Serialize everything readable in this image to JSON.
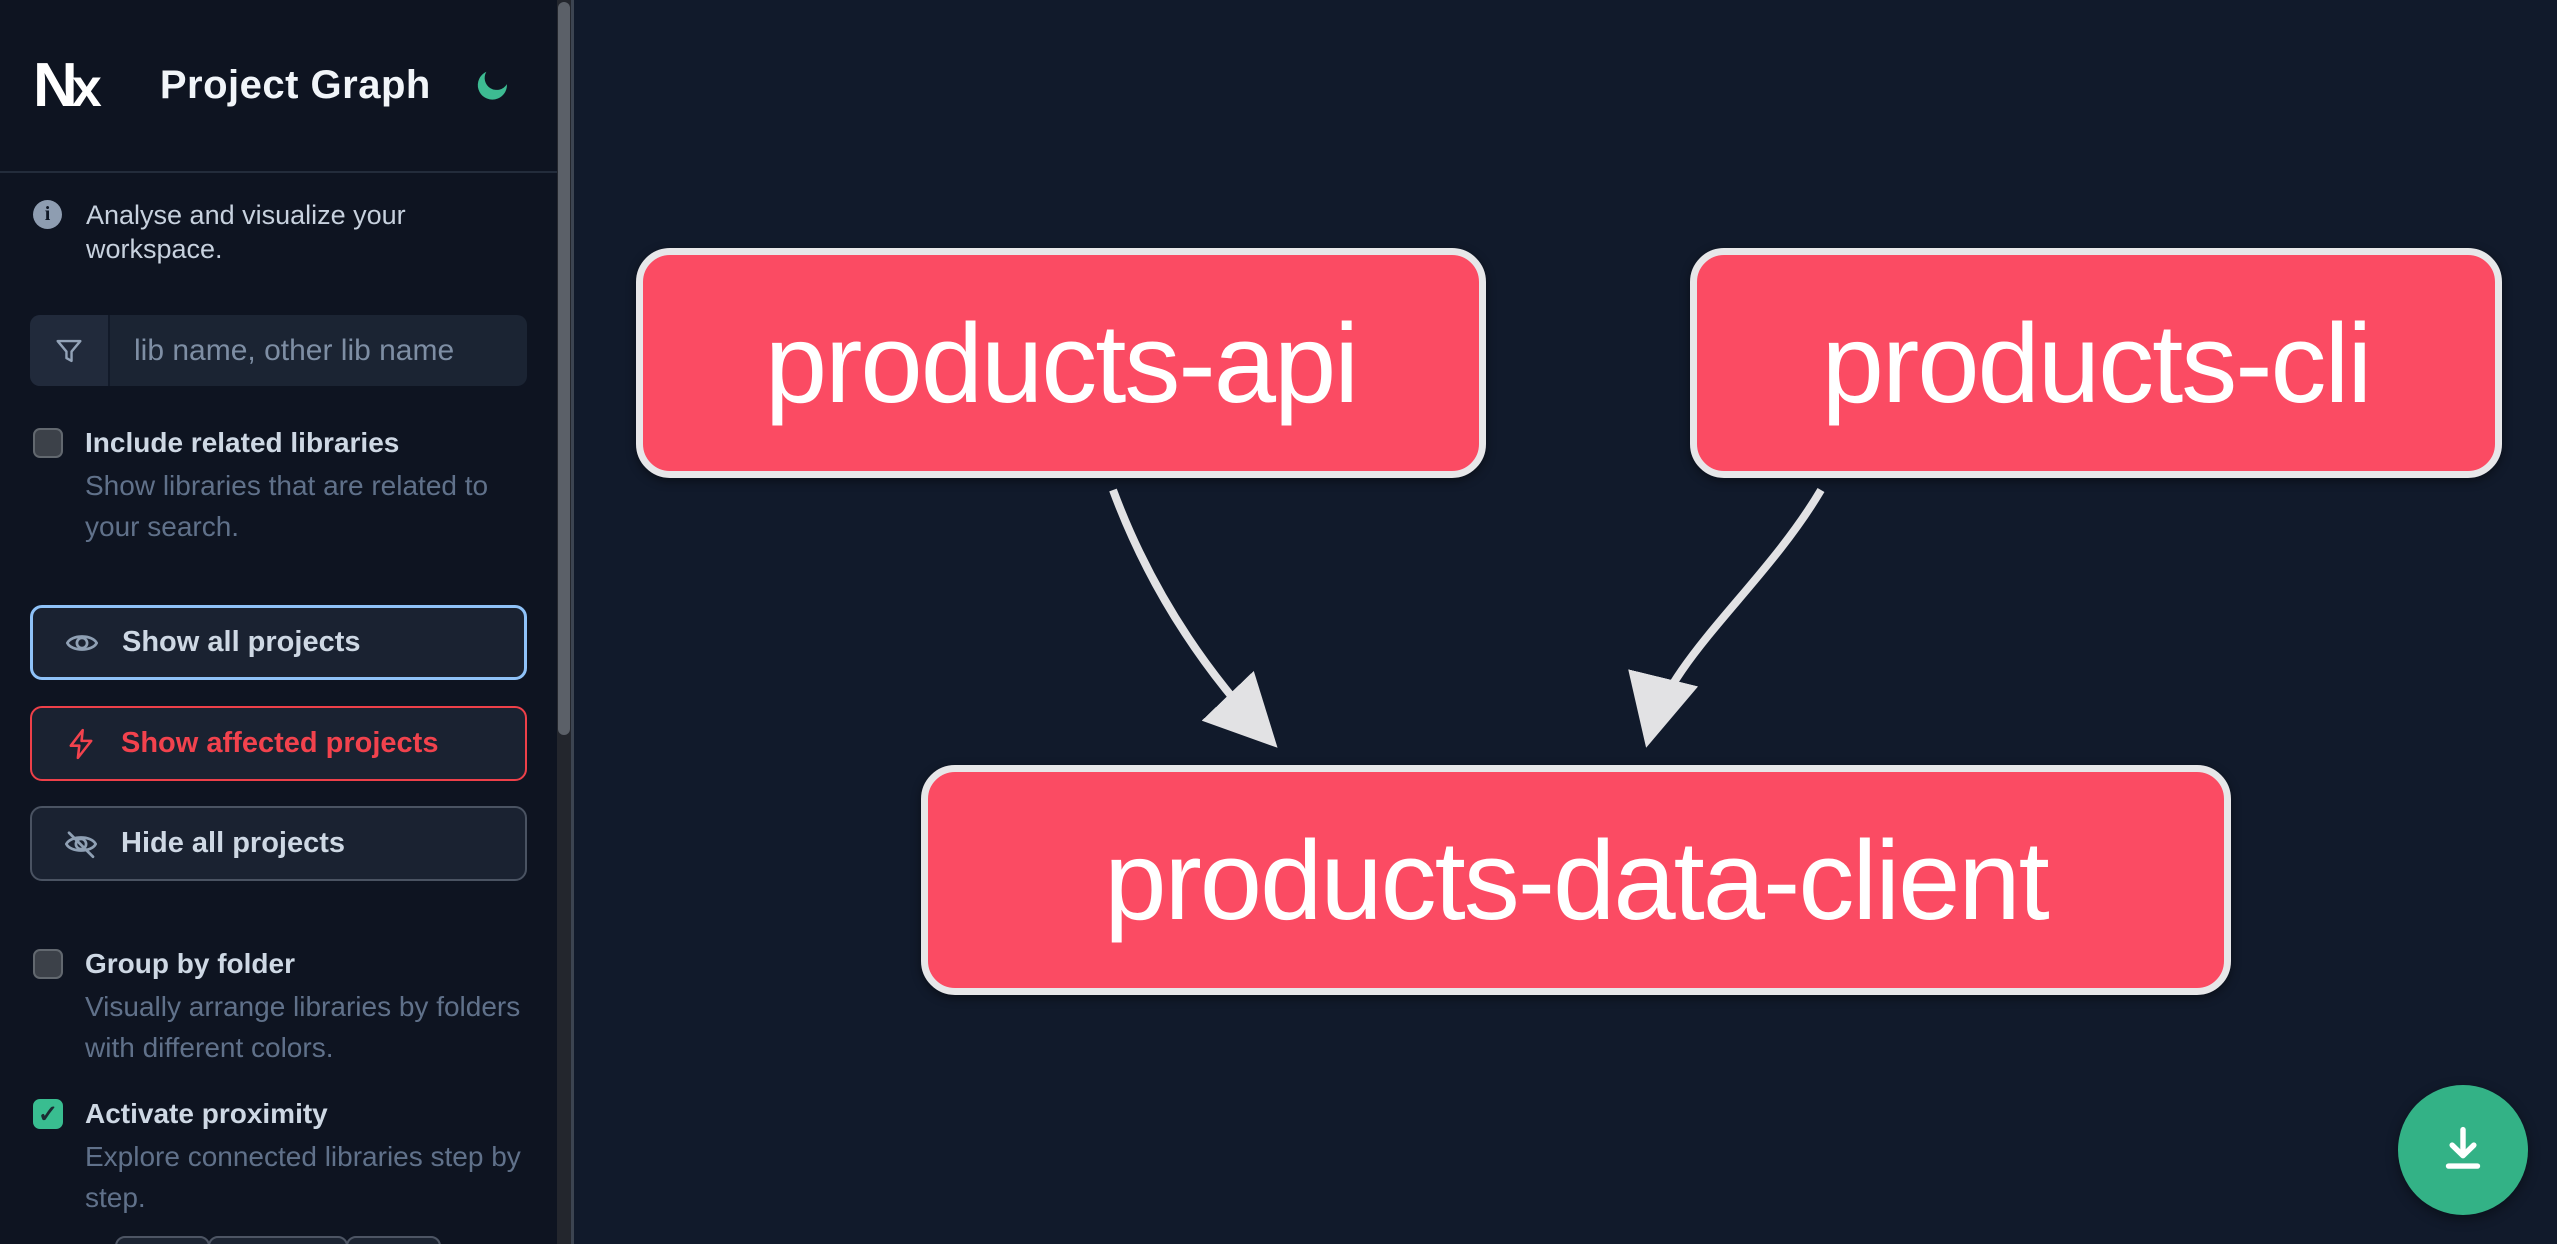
{
  "header": {
    "logo": "N",
    "logo_x": "x",
    "title": "Project Graph",
    "theme_icon": "moon-icon"
  },
  "sidebar": {
    "tagline": "Analyse and visualize your workspace.",
    "search": {
      "placeholder": "lib name, other lib name",
      "value": "",
      "icon": "filter-funnel-icon"
    },
    "toggles": [
      {
        "label": "Include related libraries",
        "description": "Show libraries that are related to your search.",
        "checked": false
      },
      {
        "label": "Group by folder",
        "description": "Visually arrange libraries by folders with different colors.",
        "checked": false
      },
      {
        "label": "Activate proximity",
        "description": "Explore connected libraries step by step.",
        "checked": true,
        "checkmark": "✓"
      }
    ],
    "buttons": [
      {
        "label": "Show all projects",
        "icon": "eye-icon",
        "accent": "#8fc2f8"
      },
      {
        "label": "Show affected projects",
        "icon": "bolt-icon",
        "accent": "#ee4049"
      },
      {
        "label": "Hide all projects",
        "icon": "eye-off-icon",
        "accent": "#4a5362"
      }
    ]
  },
  "graph": {
    "nodes": [
      {
        "label": "products-api"
      },
      {
        "label": "products-cli"
      },
      {
        "label": "products-data-client"
      }
    ],
    "edges": [
      {
        "from": "products-api",
        "to": "products-data-client"
      },
      {
        "from": "products-cli",
        "to": "products-data-client"
      }
    ]
  },
  "fab": {
    "icon": "download-icon"
  },
  "colors": {
    "sidebar_bg": "#0e1421",
    "canvas_bg": "#111a2b",
    "node_fill": "#fb4b63",
    "node_border": "#e7e7e9",
    "edge": "#e2e2e4",
    "accent_blue": "#8fc2f8",
    "accent_red": "#ee4049",
    "accent_green": "#39bd90",
    "fab_green": "#33b286",
    "moon_green": "#3dbb92"
  }
}
